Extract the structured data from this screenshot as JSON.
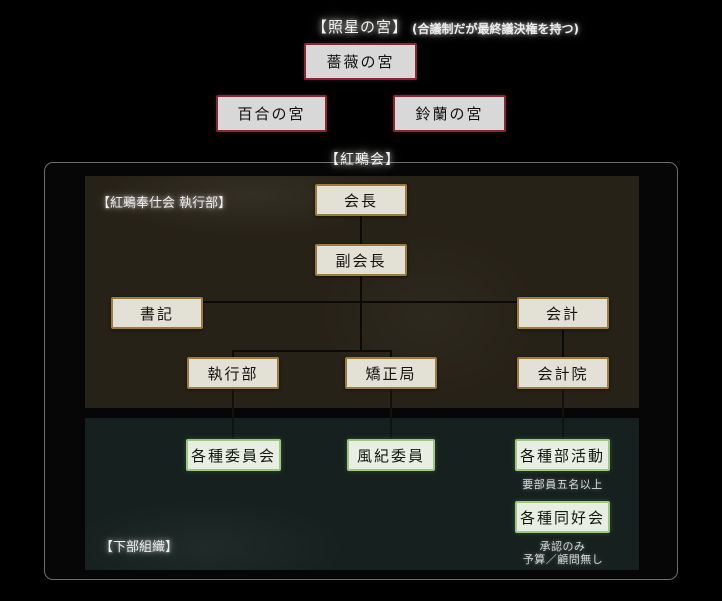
{
  "top": {
    "title": "【照星の宮】",
    "subtitle": "(合議制だが最終議決権を持つ)",
    "nodes": [
      {
        "label": "薔薇の宮"
      },
      {
        "label": "百合の宮"
      },
      {
        "label": "鈴蘭の宮"
      }
    ]
  },
  "council": {
    "title": "【紅鵐会】",
    "exec": {
      "label": "【紅鵐奉仕会 執行部】",
      "nodes": [
        {
          "label": "会長"
        },
        {
          "label": "副会長"
        },
        {
          "label": "書記"
        },
        {
          "label": "会計"
        },
        {
          "label": "執行部"
        },
        {
          "label": "矯正局"
        },
        {
          "label": "会計院"
        }
      ]
    },
    "lower": {
      "label": "【下部組織】",
      "nodes": [
        {
          "label": "各種委員会",
          "note": ""
        },
        {
          "label": "風紀委員",
          "note": ""
        },
        {
          "label": "各種部活動",
          "note": "要部員五名以上"
        },
        {
          "label": "各種同好会",
          "note": "承認のみ\n予算／顧問無し"
        }
      ],
      "note_kabu": "要部員五名以上",
      "note_doukou_1": "承認のみ",
      "note_doukou_2": "予算／顧問無し"
    }
  },
  "colors": {
    "background": "#000000",
    "pink_border": "#8b2634",
    "gold_border": "#9d7b3c",
    "green_border": "#9ec87f",
    "box_fill_gray": "#d8d8d8",
    "box_fill_cream": "#e3e0d6",
    "box_fill_green": "#e9eee2",
    "exec_panel": "#272217",
    "lower_panel": "#16211f",
    "frame_border": "#6d6d6d"
  }
}
